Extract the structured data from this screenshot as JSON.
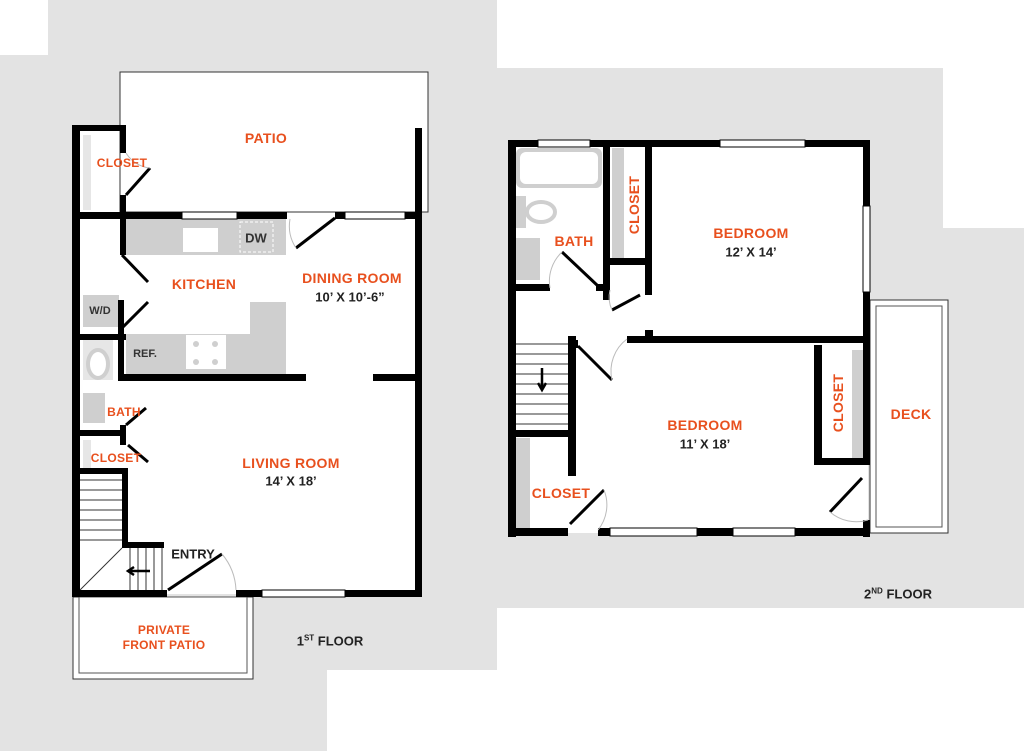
{
  "colors": {
    "label": "#e8501e",
    "wall": "#000000",
    "background": "#e3e3e3",
    "fixture": "#cfcfcf"
  },
  "first_floor": {
    "title_num": "1",
    "title_sup": "ST",
    "title_word": "FLOOR",
    "rooms": {
      "patio": "PATIO",
      "closet_top": "CLOSET",
      "kitchen": "KITCHEN",
      "dining": "DINING ROOM",
      "dining_dim": "10’ X 10’-6”",
      "bath": "BATH",
      "closet_bottom": "CLOSET",
      "living": "LIVING ROOM",
      "living_dim": "14’ X 18’",
      "entry": "ENTRY",
      "front_patio_line1": "PRIVATE",
      "front_patio_line2": "FRONT PATIO"
    },
    "fixtures": {
      "dw": "DW",
      "wd": "W/D",
      "ref": "REF."
    }
  },
  "second_floor": {
    "title_num": "2",
    "title_sup": "ND",
    "title_word": "FLOOR",
    "rooms": {
      "bath": "BATH",
      "closet_a": "CLOSET",
      "bedroom1": "BEDROOM",
      "bedroom1_dim": "12’ X 14’",
      "bedroom2": "BEDROOM",
      "bedroom2_dim": "11’ X 18’",
      "closet_b": "CLOSET",
      "closet_c": "CLOSET",
      "deck": "DECK"
    }
  }
}
